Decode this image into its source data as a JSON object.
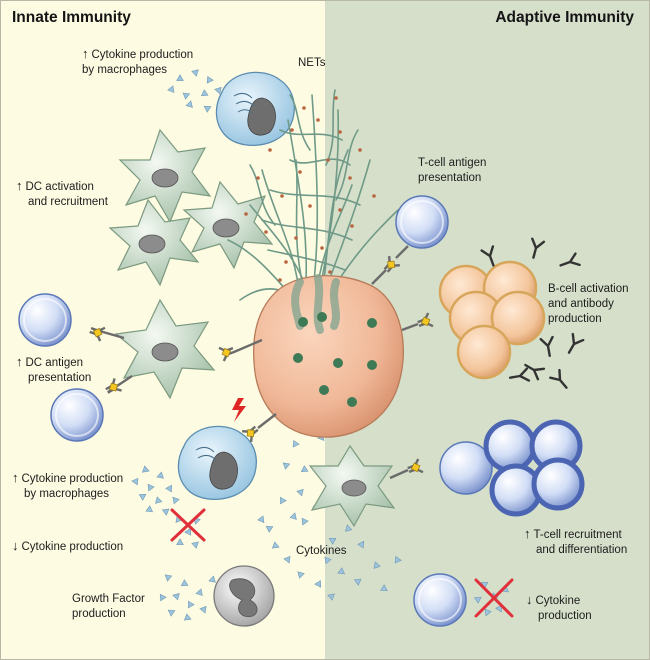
{
  "panels": {
    "innate": {
      "title": "Innate Immunity",
      "color": "#fdfbe2"
    },
    "adaptive": {
      "title": "Adaptive Immunity",
      "color": "#d6dfca"
    }
  },
  "labels": {
    "nets": "NETs",
    "cytokine_macrophage_top": {
      "arrow": "↑",
      "line1": "Cytokine production",
      "line2": "by macrophages"
    },
    "dc_activation": {
      "arrow": "↑",
      "line1": "DC activation",
      "line2": "and recruitment"
    },
    "dc_antigen": {
      "arrow": "↑",
      "line1": "DC antigen",
      "line2": "presentation"
    },
    "cytokine_macrophage_bottom": {
      "arrow": "↑",
      "line1": "Cytokine production",
      "line2": "by macrophages"
    },
    "cytokine_decrease_left": {
      "arrow": "↓",
      "line1": "Cytokine production"
    },
    "growth_factor": {
      "line1": "Growth Factor",
      "line2": "production"
    },
    "tcell_antigen": {
      "line1": "T-cell antigen",
      "line2": "presentation"
    },
    "bcell_activation": {
      "line1": "B-cell activation",
      "line2": "and antibody",
      "line3": "production"
    },
    "tcell_recruitment": {
      "arrow": "↑",
      "line1": "T-cell recruitment",
      "line2": "and differentiation"
    },
    "cytokines": "Cytokines",
    "cytokine_decrease_right": {
      "arrow": "↓",
      "line1": "Cytokine",
      "line2": "production"
    }
  },
  "colors": {
    "neutrophil": "#f0b898",
    "granule": "#3d7a55",
    "net_fiber": "#6f9a88",
    "dc_cell": "#d9e6d6",
    "macrophage": "#b9dcef",
    "lymphocyte": "#c8d8f4",
    "bcell": "#f4c8a2",
    "tcell_cluster": "#7d94cf",
    "cytokine": "#9ec4dc",
    "inhibit_cross": "#e0303a"
  }
}
